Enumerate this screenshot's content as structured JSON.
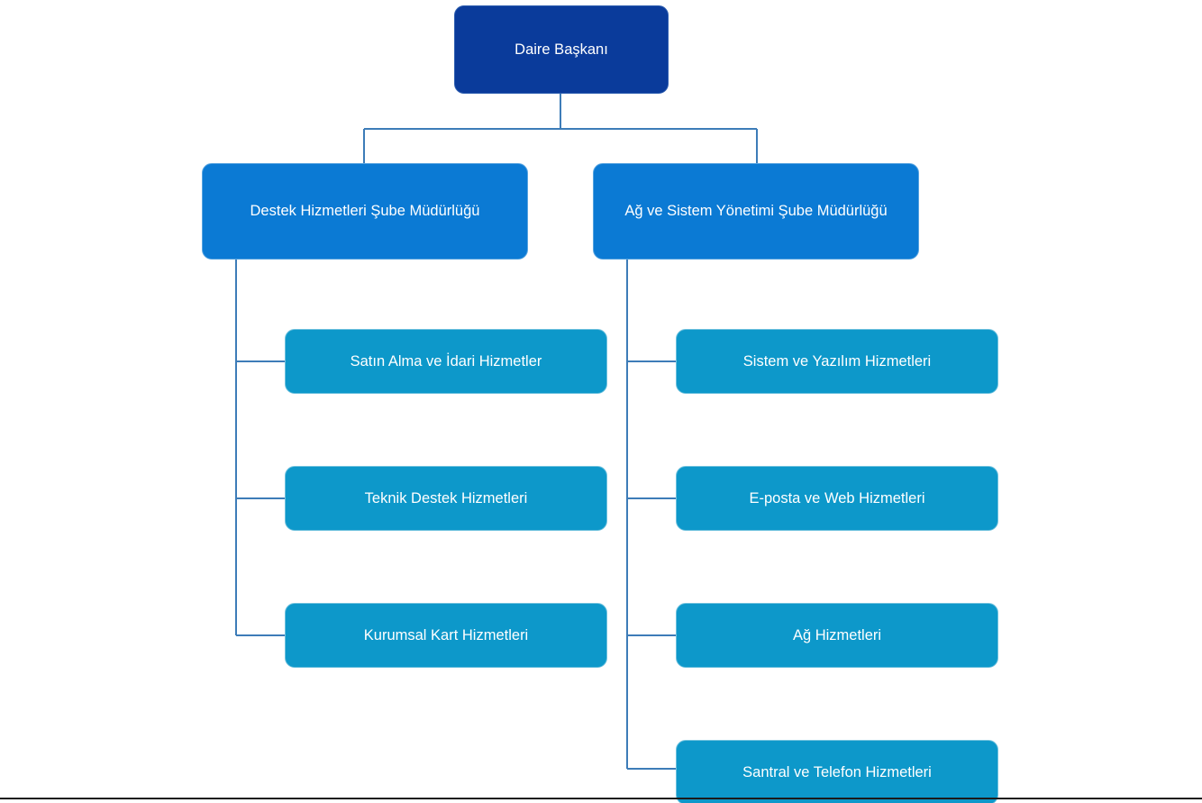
{
  "diagram": {
    "type": "organizational-chart",
    "language": "tr",
    "colors": {
      "root_fill": "#0a3b9b",
      "branch_fill": "#0b7ad4",
      "leaf_fill": "#0d98ca",
      "connector": "#3d7cb8",
      "text": "#ffffff",
      "background": "#ffffff",
      "bottom_rule": "#1a1a1a"
    },
    "root": {
      "label": "Daire Başkanı"
    },
    "branches": [
      {
        "label": "Destek Hizmetleri Şube Müdürlüğü",
        "children": [
          {
            "label": "Satın Alma ve İdari Hizmetler"
          },
          {
            "label": "Teknik Destek Hizmetleri"
          },
          {
            "label": "Kurumsal Kart Hizmetleri"
          }
        ]
      },
      {
        "label": "Ağ ve Sistem Yönetimi Şube Müdürlüğü",
        "children": [
          {
            "label": "Sistem ve Yazılım Hizmetleri"
          },
          {
            "label": "E-posta ve Web Hizmetleri"
          },
          {
            "label": "Ağ Hizmetleri"
          },
          {
            "label": "Santral ve Telefon Hizmetleri"
          }
        ]
      }
    ]
  }
}
